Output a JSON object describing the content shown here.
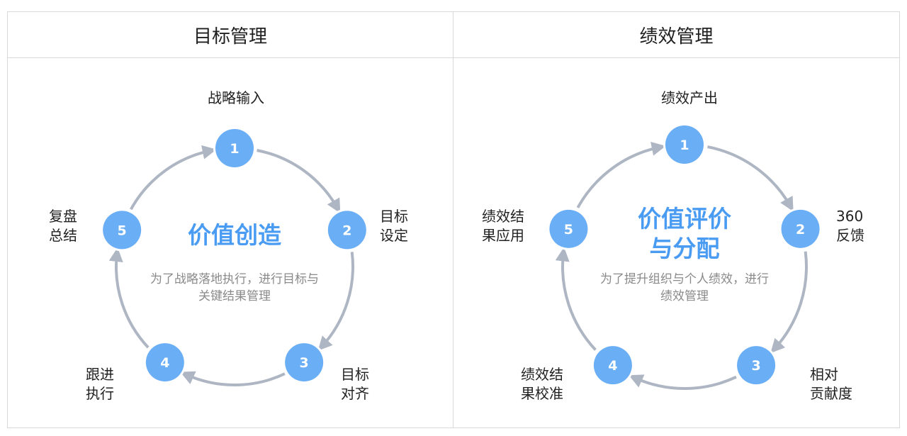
{
  "panels": [
    {
      "id": "goal",
      "title": "目标管理",
      "center_title": [
        "价值创造"
      ],
      "center_desc": [
        "为了战略落地执行，进行目标与",
        "关键结果管理"
      ],
      "nodes": [
        {
          "num": "1",
          "label": [
            "战略输入"
          ]
        },
        {
          "num": "2",
          "label": [
            "目标",
            "设定"
          ]
        },
        {
          "num": "3",
          "label": [
            "目标",
            "对齐"
          ]
        },
        {
          "num": "4",
          "label": [
            "跟进",
            "执行"
          ]
        },
        {
          "num": "5",
          "label": [
            "复盘",
            "总结"
          ]
        }
      ]
    },
    {
      "id": "performance",
      "title": "绩效管理",
      "center_title": [
        "价值评价",
        "与分配"
      ],
      "center_desc": [
        "为了提升组织与个人绩效，进行",
        "绩效管理"
      ],
      "nodes": [
        {
          "num": "1",
          "label": [
            "绩效产出"
          ]
        },
        {
          "num": "2",
          "label": [
            "360",
            "反馈"
          ]
        },
        {
          "num": "3",
          "label": [
            "相对",
            "贡献度"
          ]
        },
        {
          "num": "4",
          "label": [
            "绩效结",
            "果校准"
          ]
        },
        {
          "num": "5",
          "label": [
            "绩效结",
            "果应用"
          ]
        }
      ]
    }
  ],
  "colors": {
    "node_fill": "#6aaef6",
    "node_stroke": "#ffffff",
    "arrow": "#aeb6c4",
    "center_title": "#4a9cf3",
    "desc": "#8a8a8a"
  }
}
